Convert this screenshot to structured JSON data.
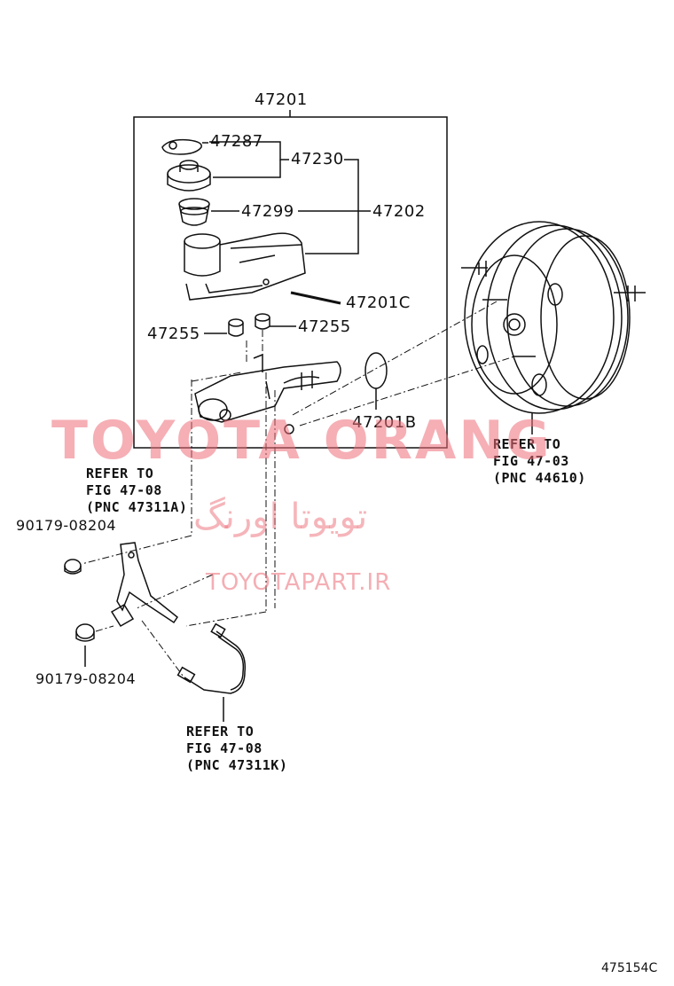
{
  "assembly_label": "47201",
  "parts": {
    "p47287": "47287",
    "p47230": "47230",
    "p47299": "47299",
    "p47202": "47202",
    "p47201C": "47201C",
    "p47255_left": "47255",
    "p47255_right": "47255",
    "p47201B": "47201B",
    "p90179_top": "90179-08204",
    "p90179_bottom": "90179-08204"
  },
  "references": {
    "booster": {
      "line1": "REFER TO",
      "line2": "FIG 47-03",
      "line3": "(PNC 44610)"
    },
    "bracket": {
      "line1": "REFER TO",
      "line2": "FIG 47-08",
      "line3": "(PNC 47311A)"
    },
    "tube": {
      "line1": "REFER TO",
      "line2": "FIG 47-08",
      "line3": "(PNC 47311K)"
    }
  },
  "watermark": {
    "brand": "TOYOTA ORANG",
    "persian": "تویوتا اورنگ",
    "url": "TOYOTAPART.IR"
  },
  "diagram_id": "475154C",
  "colors": {
    "line": "#111111",
    "watermark": "#ec6e78"
  }
}
